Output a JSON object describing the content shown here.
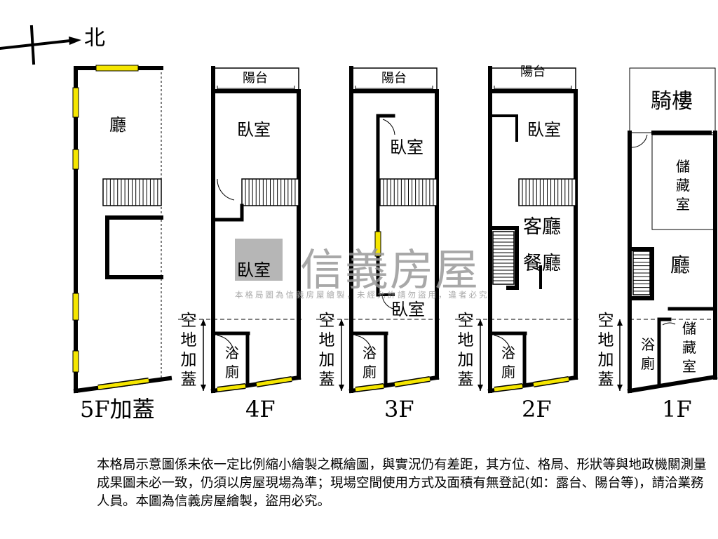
{
  "compass": {
    "north_label": "北",
    "icon": "north-arrow-icon"
  },
  "floors": [
    {
      "id": "5F",
      "label": "5F加蓋",
      "rooms": [
        "廳"
      ]
    },
    {
      "id": "4F",
      "label": "4F",
      "balcony": "陽台",
      "rooms": [
        "臥室",
        "臥室",
        "浴廁"
      ],
      "extension": "空地加蓋"
    },
    {
      "id": "3F",
      "label": "3F",
      "balcony": "陽台",
      "rooms": [
        "臥室",
        "臥室",
        "浴廁"
      ],
      "extension": "空地加蓋"
    },
    {
      "id": "2F",
      "label": "2F",
      "balcony": "陽台",
      "rooms": [
        "臥室",
        "客廳",
        "餐廳",
        "浴廁"
      ],
      "extension": "空地加蓋"
    },
    {
      "id": "1F",
      "label": "1F",
      "rooms": [
        "騎樓",
        "儲藏室",
        "廳",
        "浴廁",
        "儲藏室"
      ],
      "extension": "空地加蓋"
    }
  ],
  "watermark": {
    "brand": "信義房屋",
    "text": "本格局圖為信義房屋繪製，未經允許請勿盜用，違者必究"
  },
  "disclaimer": "本格局示意圖係未依一定比例縮小繪製之概繪圖，與實況仍有差距，其方位、格局、形狀等與地政機關測量成果圖未必一致，仍須以房屋現場為準；現場空間使用方式及面積有無登記(如：露台、陽台等)，請洽業務人員。本圖為信義房屋繪製，盜用必究。",
  "colors": {
    "wall": "#000000",
    "window": "#f5e600",
    "watermark": "#9a9a9a"
  }
}
